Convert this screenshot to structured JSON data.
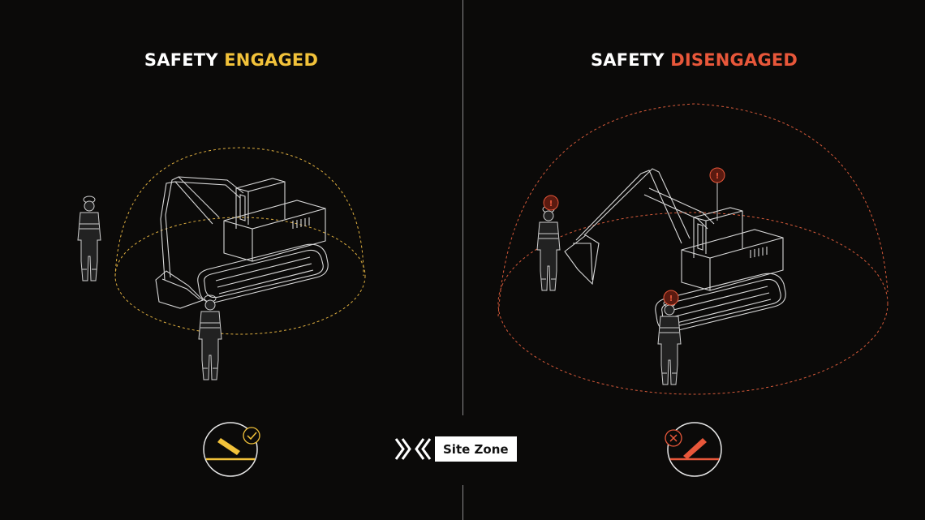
{
  "left": {
    "title_prefix": "SAFETY",
    "title_status": "ENGAGED",
    "status_color": "#f2c23a"
  },
  "right": {
    "title_prefix": "SAFETY",
    "title_status": "DISENGAGED",
    "status_color": "#e8573a"
  },
  "brand": {
    "name": "Site Zone",
    "icon": "double-chevron-icon"
  },
  "icons": {
    "engaged": "check-icon",
    "disengaged": "cross-icon",
    "alert": "alert-icon"
  }
}
